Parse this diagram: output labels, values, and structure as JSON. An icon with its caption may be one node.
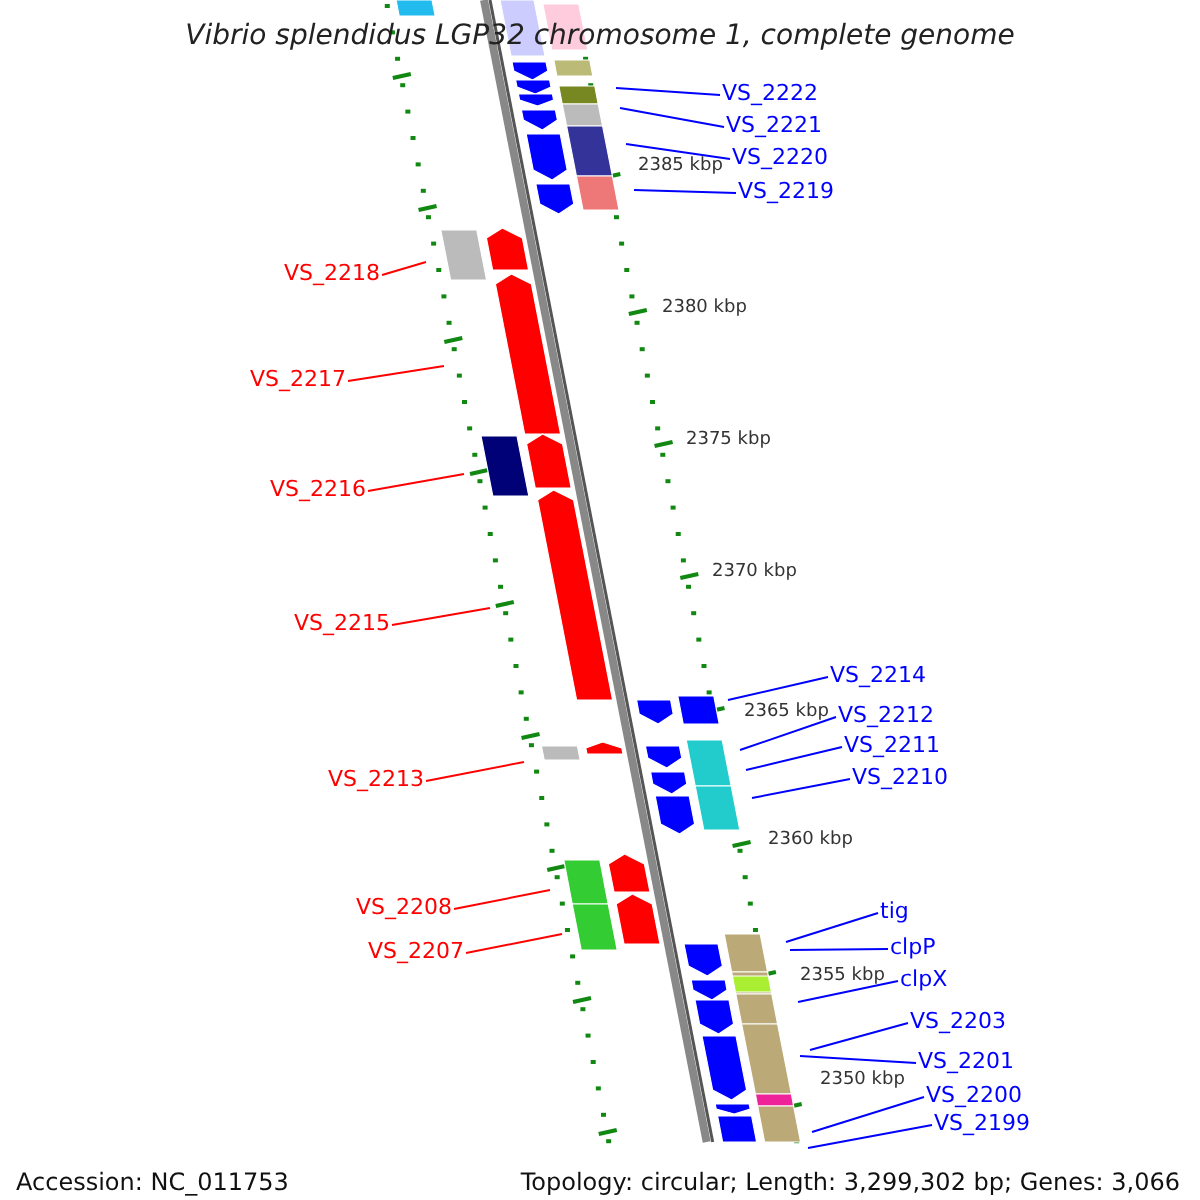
{
  "diagram": {
    "title": "Vibrio splendidus LGP32 chromosome 1, complete genome",
    "nodes": [
      {
        "text": [
          "VS_2222"
        ]
      },
      {
        "text": [
          "VS_2221"
        ]
      },
      {
        "text": [
          "VS_2220"
        ]
      },
      {
        "text": [
          "VS_2219"
        ]
      },
      {
        "text": [
          "VS_2218"
        ]
      },
      {
        "text": [
          "VS_2217"
        ]
      },
      {
        "text": [
          "VS_2216"
        ]
      },
      {
        "text": [
          "VS_2215"
        ]
      },
      {
        "text": [
          "VS_2214"
        ]
      },
      {
        "text": [
          "VS_2212"
        ]
      },
      {
        "text": [
          "VS_2213"
        ]
      },
      {
        "text": [
          "VS_2211"
        ]
      },
      {
        "text": [
          "VS_2210"
        ]
      },
      {
        "text": [
          "VS_2208"
        ]
      },
      {
        "text": [
          "VS_2207"
        ]
      },
      {
        "text": [
          "tig"
        ]
      },
      {
        "text": [
          "clpP"
        ]
      },
      {
        "text": [
          "clpX"
        ]
      },
      {
        "text": [
          "VS_2203"
        ]
      },
      {
        "text": [
          "VS_2201"
        ]
      },
      {
        "text": [
          "VS_2200"
        ]
      },
      {
        "text": [
          "VS_2199"
        ]
      }
    ],
    "edges": [
      {
        "from": 0,
        "to": null,
        "arrow": "none"
      },
      {
        "from": 1,
        "to": null,
        "arrow": "none"
      },
      {
        "from": 2,
        "to": null,
        "arrow": "none"
      },
      {
        "from": 3,
        "to": null,
        "arrow": "none"
      },
      {
        "from": 4,
        "to": null,
        "arrow": "none",
        "color": "#ff0000"
      },
      {
        "from": 5,
        "to": null,
        "arrow": "none",
        "color": "#ff0000"
      },
      {
        "from": 6,
        "to": null,
        "arrow": "none",
        "color": "#ff0000"
      },
      {
        "from": 7,
        "to": null,
        "arrow": "none",
        "color": "#ff0000"
      },
      {
        "from": 8,
        "to": null,
        "arrow": "none"
      },
      {
        "from": 9,
        "to": null,
        "arrow": "none"
      },
      {
        "from": 10,
        "to": null,
        "arrow": "none",
        "color": "#ff0000"
      },
      {
        "from": 11,
        "to": null,
        "arrow": "none"
      },
      {
        "from": 12,
        "to": null,
        "arrow": "none"
      },
      {
        "from": 13,
        "to": null,
        "arrow": "none",
        "color": "#ff0000"
      },
      {
        "from": 14,
        "to": null,
        "arrow": "none",
        "color": "#ff0000"
      },
      {
        "from": 15,
        "to": null,
        "arrow": "none"
      },
      {
        "from": 16,
        "to": null,
        "arrow": "none"
      },
      {
        "from": 17,
        "to": null,
        "arrow": "none"
      },
      {
        "from": 18,
        "to": null,
        "arrow": "none"
      },
      {
        "from": 19,
        "to": null,
        "arrow": "none"
      },
      {
        "from": 20,
        "to": null,
        "arrow": "none"
      },
      {
        "from": 21,
        "to": null,
        "arrow": "none"
      }
    ],
    "labels": [
      "2385 kbp",
      "2380 kbp",
      "2375 kbp",
      "2370 kbp",
      "2365 kbp",
      "2360 kbp",
      "2355 kbp",
      "2350 kbp",
      "Accession: NC_011753",
      "Topology: circular; Length: 3,299,302 bp; Genes: 3,066"
    ]
  }
}
